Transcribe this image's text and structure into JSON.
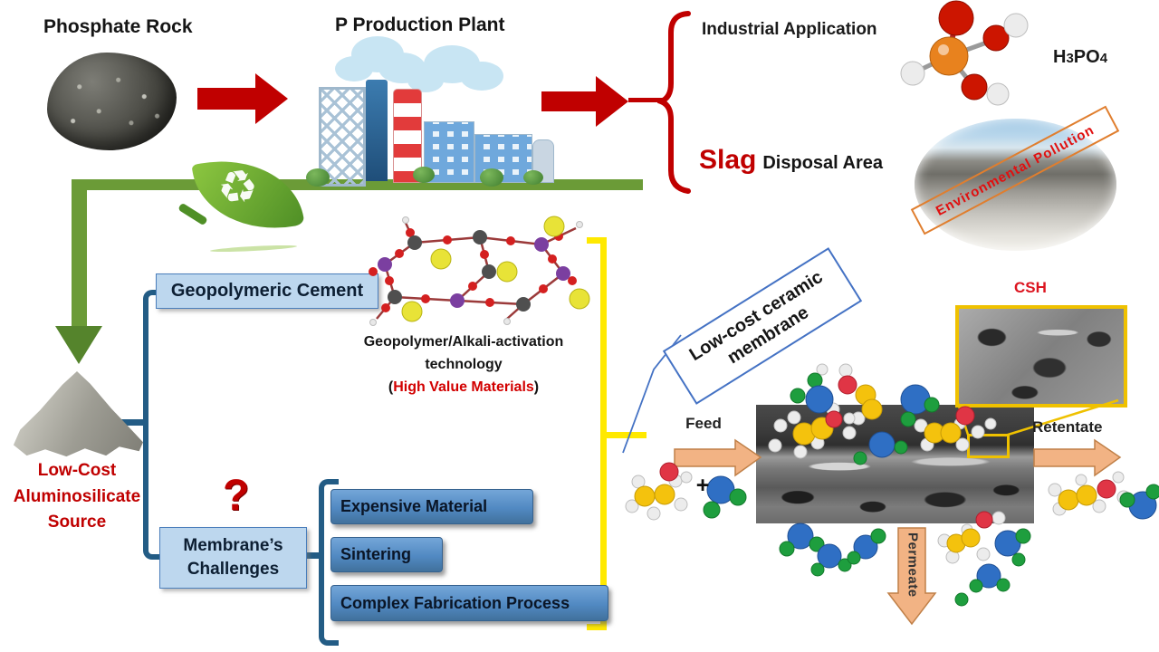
{
  "header": {
    "phosphate_rock": "Phosphate Rock",
    "production_plant": "P Production Plant"
  },
  "outputs": {
    "industrial_application": "Industrial Application",
    "slag": "Slag",
    "disposal_area": "Disposal Area",
    "acid": {
      "h": "H",
      "three": "3",
      "po": "PO",
      "four": "4"
    },
    "environmental_pollution": "Environmental Pollution"
  },
  "recycle": {
    "source_line1": "Low-Cost",
    "source_line2": "Aluminosilicate",
    "source_line3": "Source"
  },
  "geopolymer": {
    "cement_box": "Geopolymeric Cement",
    "tech_line1": "Geopolymer/Alkali-activation",
    "tech_line2": "technology",
    "paren_open": "(",
    "high_value": "High Value Materials",
    "paren_close": ")"
  },
  "challenges": {
    "question_mark": "?",
    "box_line1": "Membrane’s",
    "box_line2": "Challenges",
    "items": [
      {
        "label": "Expensive Material"
      },
      {
        "label": "Sintering"
      },
      {
        "label": "Complex Fabrication Process"
      }
    ]
  },
  "membrane": {
    "label_line1": "Low-cost ceramic",
    "label_line2": "membrane",
    "csh": "CSH",
    "feed": "Feed",
    "plus": "+",
    "retentate": "Retentate",
    "permeate": "Permeate"
  },
  "icons": {
    "recycle": "♻"
  },
  "colors": {
    "accent_red": "#C00000",
    "green": "#6B9B37",
    "light_blue_box": "#BDD7EE",
    "gradient_blue": "#5B9BD5",
    "dark_blue_bracket": "#235C85",
    "yellow_bracket": "#FFE900",
    "tan_arrow": "#F2B384",
    "pollution_orange": "#ED7D31"
  }
}
